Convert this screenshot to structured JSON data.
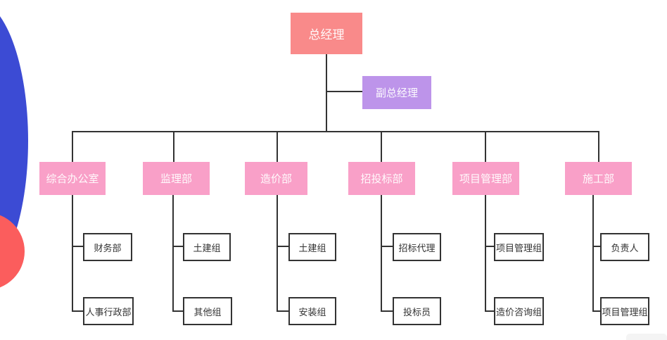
{
  "page": {
    "background_color": "#ffffff",
    "decor": {
      "blue_ellipse_color": "#3c4bd4",
      "red_circle_color": "#fb5d5d",
      "watermark_chip_color": "#f4f4f4"
    }
  },
  "org_chart": {
    "line_color": "#333333",
    "root": {
      "label": "总经理",
      "color": "#f98a8a"
    },
    "deputy": {
      "label": "副总经理",
      "color": "#bd94ea"
    },
    "department_color": "#f9a0c8",
    "departments": [
      {
        "label": "综合办公室",
        "children": [
          "财务部",
          "人事行政部"
        ]
      },
      {
        "label": "监理部",
        "children": [
          "土建组",
          "其他组"
        ]
      },
      {
        "label": "造价部",
        "children": [
          "土建组",
          "安装组"
        ]
      },
      {
        "label": "招投标部",
        "children": [
          "招标代理",
          "投标员"
        ]
      },
      {
        "label": "项目管理部",
        "children": [
          "项目管理组",
          "造价咨询组"
        ]
      },
      {
        "label": "施工部",
        "children": [
          "负责人",
          "项目管理组"
        ]
      }
    ]
  }
}
